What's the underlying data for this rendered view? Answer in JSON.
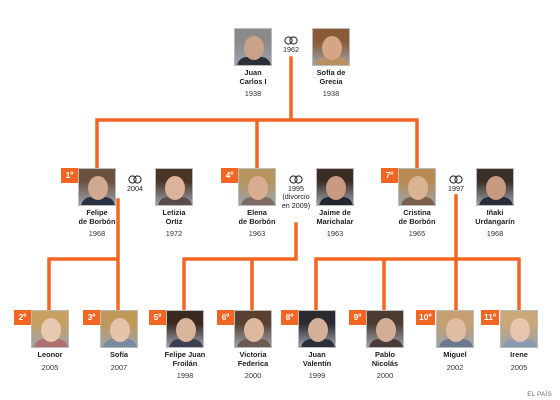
{
  "couples": [
    {
      "id": "root",
      "a": {
        "name": "Juan\nCarlos I",
        "year": "1938",
        "skin": "#caa088",
        "hair": "#8a8a8a",
        "cloth": "#2c2f3a"
      },
      "b": {
        "name": "Sofía de\nGrecia",
        "year": "1938",
        "skin": "#d6a585",
        "hair": "#8a5a36",
        "cloth": "#b89060"
      },
      "marriage": "1962"
    },
    {
      "id": "felipe",
      "a": {
        "name": "Felipe\nde Borbón",
        "year": "1968",
        "badge": "1º",
        "skin": "#d2a892",
        "hair": "#6b5140",
        "cloth": "#2a3142"
      },
      "b": {
        "name": "Letizia\nOrtiz",
        "year": "1972",
        "skin": "#dcb29a",
        "hair": "#4a3426",
        "cloth": "#5a4a48"
      },
      "marriage": "2004"
    },
    {
      "id": "elena",
      "a": {
        "name": "Elena\nde Borbón",
        "year": "1963",
        "badge": "4º",
        "skin": "#d8ad92",
        "hair": "#b6955e",
        "cloth": "#7c6b62"
      },
      "b": {
        "name": "Jaime de\nMarichalar",
        "year": "1963",
        "skin": "#c99a82",
        "hair": "#3b2d24",
        "cloth": "#23262e"
      },
      "marriage": "1995\n(divorcio\nen 2009)"
    },
    {
      "id": "cristina",
      "a": {
        "name": "Cristina\nde Borbón",
        "year": "1965",
        "badge": "7º",
        "skin": "#dab294",
        "hair": "#b88b52",
        "cloth": "#7a5e4a"
      },
      "b": {
        "name": "Iñaki\nUrdangarín",
        "year": "1968",
        "skin": "#c89a80",
        "hair": "#3a2e28",
        "cloth": "#2a2d38"
      },
      "marriage": "1997"
    }
  ],
  "grandchildren": [
    {
      "name": "Leonor",
      "year": "2005",
      "badge": "2º",
      "skin": "#e8c8b0",
      "hair": "#c8a060",
      "cloth": "#b07070"
    },
    {
      "name": "Sofía",
      "year": "2007",
      "badge": "3º",
      "skin": "#e6c4ac",
      "hair": "#c09858",
      "cloth": "#7a8aa0"
    },
    {
      "name": "Felipe Juan\nFroilán",
      "year": "1998",
      "badge": "5º",
      "skin": "#d8b49a",
      "hair": "#3a2a20",
      "cloth": "#3a4050"
    },
    {
      "name": "Victoria\nFederica",
      "year": "2000",
      "badge": "6º",
      "skin": "#dcb89c",
      "hair": "#5a4030",
      "cloth": "#6a5a50"
    },
    {
      "name": "Juan\nValentín",
      "year": "1999",
      "badge": "8º",
      "skin": "#d6b096",
      "hair": "#2a2a30",
      "cloth": "#2a2e3a"
    },
    {
      "name": "Pablo\nNicolás",
      "year": "2000",
      "badge": "9º",
      "skin": "#d4ae94",
      "hair": "#4a3a30",
      "cloth": "#4a3a3a"
    },
    {
      "name": "Miguel",
      "year": "2002",
      "badge": "10º",
      "skin": "#e0bca2",
      "hair": "#c6a070",
      "cloth": "#6a7890"
    },
    {
      "name": "Irene",
      "year": "2005",
      "badge": "11º",
      "skin": "#e6c6ae",
      "hair": "#caa878",
      "cloth": "#8a9ab0"
    }
  ],
  "credit": "EL PAÍS",
  "colors": {
    "line": "#f26522",
    "badge": "#f26522"
  }
}
